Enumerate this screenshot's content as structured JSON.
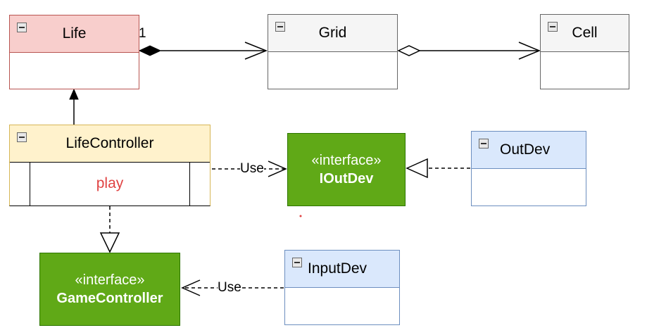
{
  "classes": {
    "life": {
      "name": "Life"
    },
    "grid": {
      "name": "Grid"
    },
    "cell": {
      "name": "Cell"
    },
    "lifecontroller": {
      "name": "LifeController",
      "method": "play"
    },
    "outdev": {
      "name": "OutDev"
    },
    "inputdev": {
      "name": "InputDev"
    }
  },
  "interfaces": {
    "ioutdev": {
      "stereotype": "«interface»",
      "name": "IOutDev"
    },
    "gamecontroller": {
      "stereotype": "«interface»",
      "name": "GameController"
    }
  },
  "edges": {
    "life_grid_multiplicity": "1",
    "lifecontroller_ioutdev_label": "Use",
    "inputdev_gamecontroller_label": "Use"
  },
  "colors": {
    "life_fill": "#f8cecc",
    "controller_fill": "#fff2cc",
    "device_fill": "#dae8fc",
    "interface_fill": "#60a917",
    "neutral_fill": "#f5f5f5",
    "method_text": "#e04343"
  }
}
